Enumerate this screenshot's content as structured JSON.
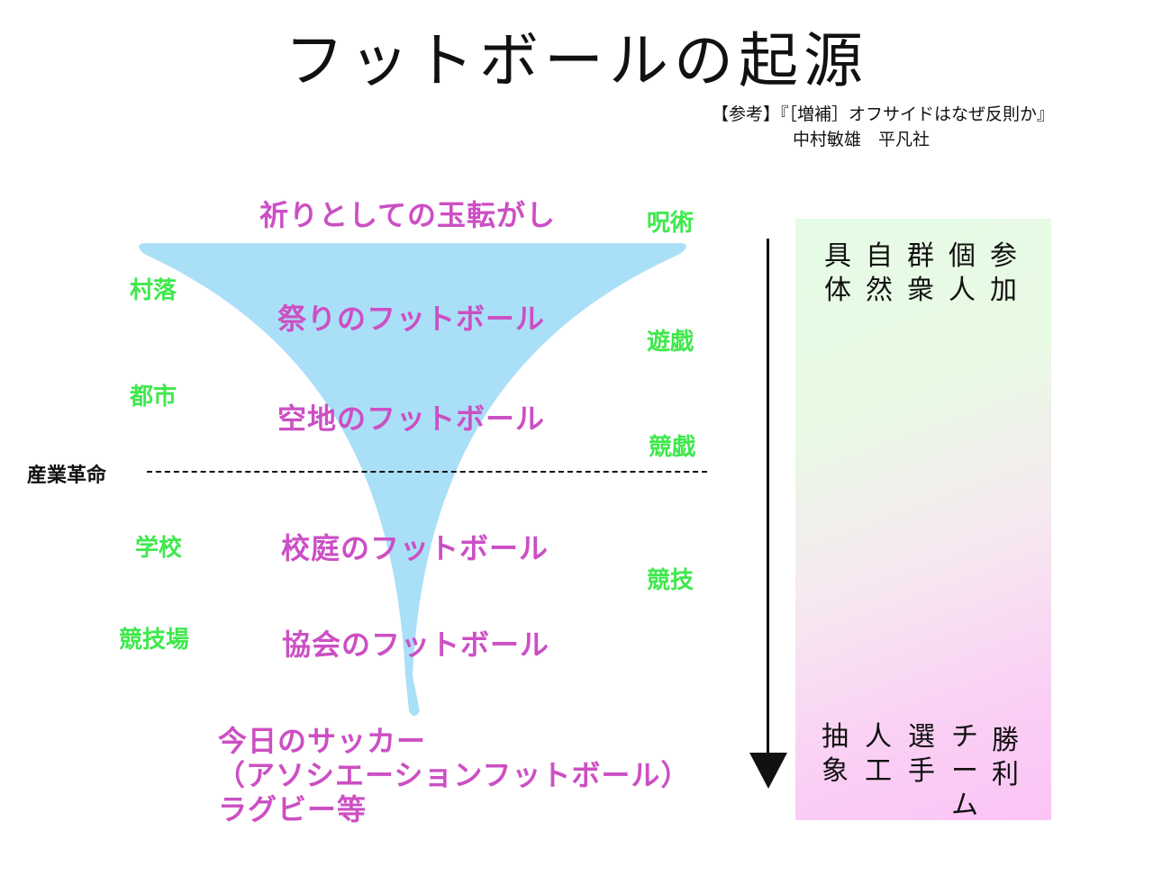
{
  "title": "フットボールの起源",
  "reference": {
    "line1": "【参考】『［増補］オフサイドはなぜ反則か』",
    "line2": "中村敏雄　平凡社"
  },
  "stages": [
    "祈りとしての玉転がし",
    "祭りのフットボール",
    "空地のフットボール",
    "校庭のフットボール",
    "協会のフットボール"
  ],
  "final": {
    "line1": "今日のサッカー",
    "line2": "（アソシエーションフットボール）",
    "line3": "ラグビー等"
  },
  "places": [
    "村落",
    "都市",
    "学校",
    "競技場"
  ],
  "types": [
    "呪術",
    "遊戯",
    "競戯",
    "競技"
  ],
  "divider_label": "産業革命",
  "axis_columns": [
    {
      "top": [
        "具",
        "体"
      ],
      "bottom": [
        "抽",
        "象"
      ]
    },
    {
      "top": [
        "自",
        "然"
      ],
      "bottom": [
        "人",
        "工"
      ]
    },
    {
      "top": [
        "群",
        "衆"
      ],
      "bottom": [
        "選",
        "手"
      ]
    },
    {
      "top": [
        "個",
        "人"
      ],
      "bottom": [
        "チ",
        "ー",
        "ム"
      ]
    },
    {
      "top": [
        "参",
        "加"
      ],
      "bottom": [
        "勝",
        "利"
      ]
    }
  ],
  "colors": {
    "stage_text": "#cc4fc4",
    "green_text": "#3fe84c",
    "funnel": "#aadff8"
  }
}
